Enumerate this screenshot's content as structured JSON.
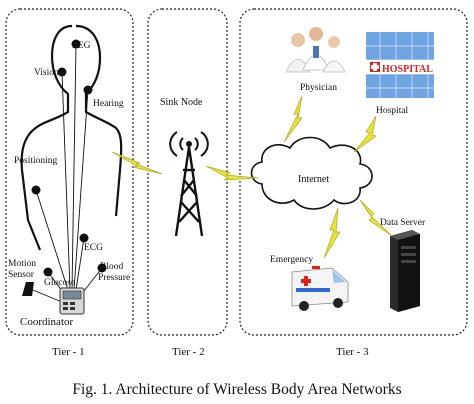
{
  "tiers": [
    {
      "label": "Tier - 1"
    },
    {
      "label": "Tier - 2"
    },
    {
      "label": "Tier - 3"
    }
  ],
  "tier1": {
    "sensors": {
      "eeg": "EEG",
      "vision": "Vision",
      "hearing": "Hearing",
      "positioning": "Positioning",
      "ecg": "ECG",
      "motion_line1": "Motion",
      "motion_line2": "Sensor",
      "glucose": "Glucose",
      "bp_line1": "Blood",
      "bp_line2": "Pressure"
    },
    "coordinator": "Coordinator"
  },
  "tier2": {
    "sink_node": "Sink Node"
  },
  "tier3": {
    "physician": "Physician",
    "hospital": "Hospital",
    "hospital_sign": "HOSPITAL",
    "internet": "Internet",
    "data_server": "Data Server",
    "emergency": "Emergency"
  },
  "caption": "Fig. 1. Architecture of Wireless Body Area Networks",
  "colors": {
    "link": "#e8e23a",
    "link_edge": "#b0a81a",
    "ink": "#111111",
    "cloud_fill": "#ffffff",
    "ambulance_accent": "#2f6bd6",
    "hospital_glass": "#3d7fd8",
    "hospital_red": "#e02020"
  }
}
